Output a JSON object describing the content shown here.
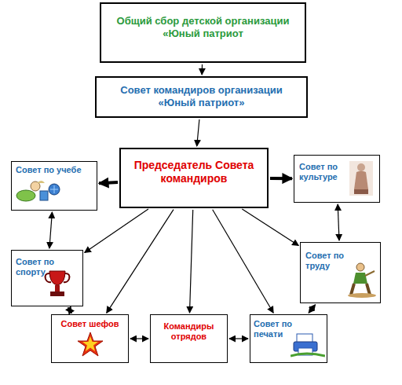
{
  "diagram": {
    "nodes": [
      {
        "text": [
          "Общий сбор детской организации «Юный патриот"
        ]
      },
      {
        "text": [
          "Совет командиров организации «Юный патриот»"
        ]
      },
      {
        "text": [
          "Председатель Совета командиров"
        ]
      },
      {
        "text": [
          "Совет по учебе"
        ]
      },
      {
        "text": [
          "Совет по культуре"
        ]
      },
      {
        "text": [
          "Совет по спорту"
        ]
      },
      {
        "text": [
          "Совет по труду"
        ]
      },
      {
        "text": [
          "Совет шефов"
        ]
      },
      {
        "text": [
          "Командиры отрядов"
        ]
      },
      {
        "text": [
          "Совет по печати"
        ]
      }
    ],
    "edges": [
      {
        "from": 0,
        "to": 1,
        "arrow": "to"
      },
      {
        "from": 1,
        "to": 2,
        "arrow": "to"
      },
      {
        "from": 2,
        "to": 3,
        "arrow": "to"
      },
      {
        "from": 2,
        "to": 4,
        "arrow": "to"
      },
      {
        "from": 3,
        "to": 5,
        "arrow": "both"
      },
      {
        "from": 4,
        "to": 6,
        "arrow": "both"
      },
      {
        "from": 2,
        "to": 5,
        "arrow": "to"
      },
      {
        "from": 2,
        "to": 7,
        "arrow": "to"
      },
      {
        "from": 2,
        "to": 8,
        "arrow": "to"
      },
      {
        "from": 2,
        "to": 9,
        "arrow": "to"
      },
      {
        "from": 2,
        "to": 6,
        "arrow": "to"
      },
      {
        "from": 5,
        "to": 7,
        "arrow": "both"
      },
      {
        "from": 7,
        "to": 8,
        "arrow": "both"
      },
      {
        "from": 8,
        "to": 9,
        "arrow": "both"
      },
      {
        "from": 9,
        "to": 6,
        "arrow": "both"
      }
    ]
  }
}
